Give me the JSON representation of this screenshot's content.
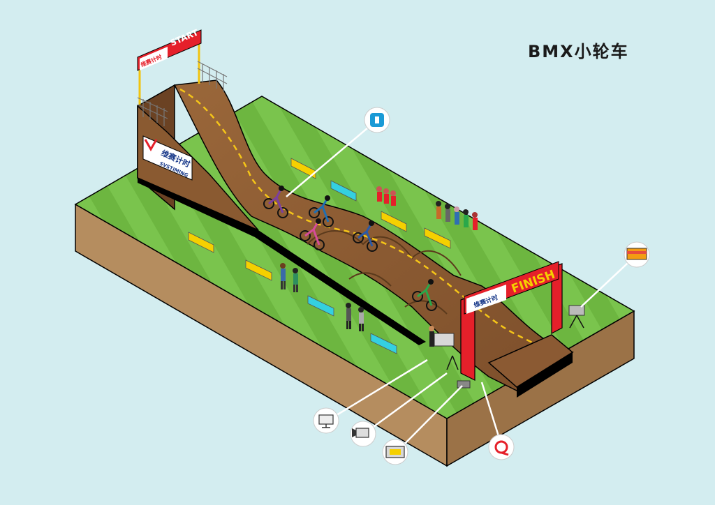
{
  "title": "BMX小轮车",
  "start_label": "START",
  "finish_label": "FINISH",
  "brand_cn": "维赛计时",
  "brand_en": "SVSTIMING",
  "icons": {
    "top_sensor": "transponder-icon",
    "monitor": "monitor-icon",
    "camera": "video-camera-icon",
    "display": "display-board-icon",
    "loop": "timing-loop-icon",
    "scoreboard": "scoreboard-icon"
  },
  "colors": {
    "background": "#d3edf0",
    "grass": "#76c04a",
    "grass_dark": "#5da838",
    "soil": "#a37a4f",
    "track": "#8b5a33",
    "track_line": "#f5c518",
    "arch": "#e5202a",
    "accent": "#1a9ad6"
  }
}
